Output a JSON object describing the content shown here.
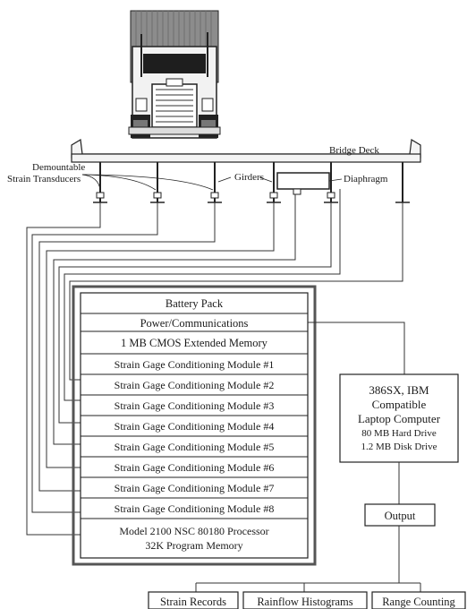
{
  "bridge": {
    "deck_label": "Bridge Deck",
    "transducers_label": [
      "Demountable",
      "Strain Transducers"
    ],
    "girders_label": "Girders",
    "diaphragm_label": "Diaphragm"
  },
  "logger": {
    "rows": [
      "Battery Pack",
      "Power/Communications",
      "1 MB CMOS Extended Memory",
      "Strain Gage Conditioning Module #1",
      "Strain Gage Conditioning Module #2",
      "Strain Gage Conditioning Module #3",
      "Strain Gage Conditioning Module #4",
      "Strain Gage Conditioning Module #5",
      "Strain Gage Conditioning Module #6",
      "Strain Gage Conditioning Module #7",
      "Strain Gage Conditioning Module #8"
    ],
    "processor": [
      "Model 2100 NSC 80180 Processor",
      "32K Program Memory"
    ]
  },
  "computer": {
    "lines": [
      "386SX, IBM",
      "Compatible",
      "Laptop Computer",
      "80 MB Hard Drive",
      "1.2 MB Disk Drive"
    ]
  },
  "output_label": "Output",
  "results": [
    "Strain Records",
    "Rainflow Histograms",
    "Range Counting"
  ]
}
